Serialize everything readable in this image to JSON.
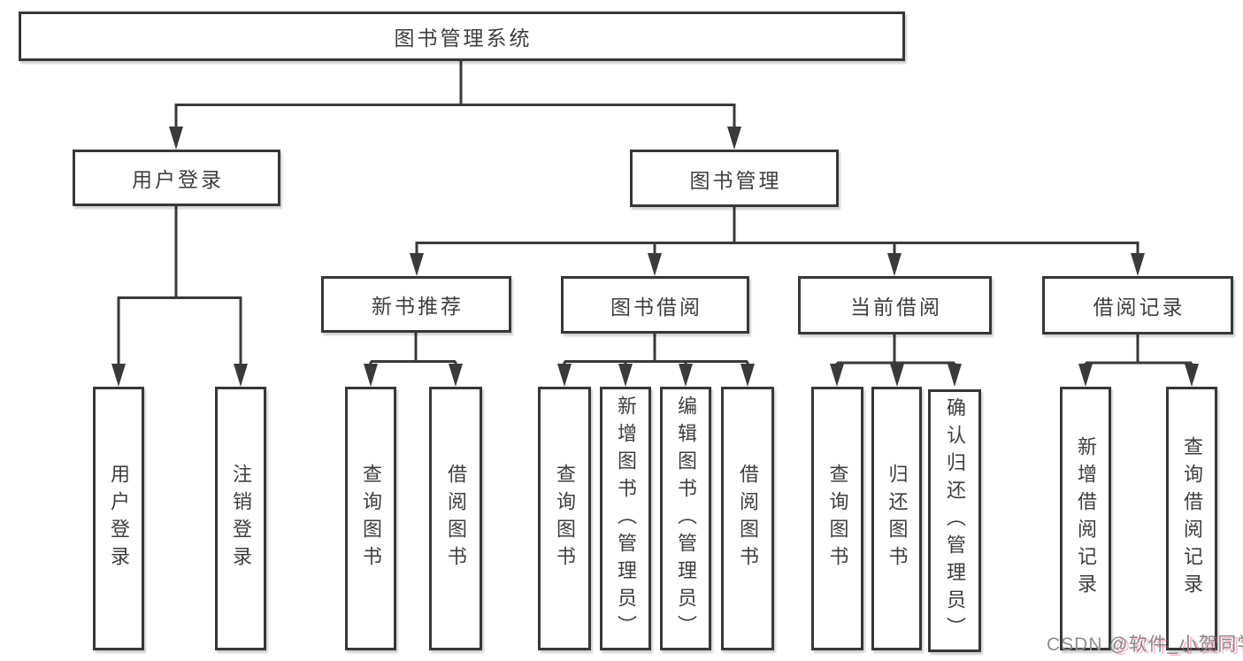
{
  "diagram": {
    "title": "图书管理系统",
    "level1": [
      {
        "label": "用户登录",
        "children": [
          {
            "label": "用户登录"
          },
          {
            "label": "注销登录"
          }
        ]
      },
      {
        "label": "图书管理",
        "children": [
          {
            "label": "新书推荐",
            "children": [
              {
                "label": "查询图书"
              },
              {
                "label": "借阅图书"
              }
            ]
          },
          {
            "label": "图书借阅",
            "children": [
              {
                "label": "查询图书"
              },
              {
                "label": "新增图书（管理员）"
              },
              {
                "label": "编辑图书（管理员）"
              },
              {
                "label": "借阅图书"
              }
            ]
          },
          {
            "label": "当前借阅",
            "children": [
              {
                "label": "查询图书"
              },
              {
                "label": "归还图书"
              },
              {
                "label": "确认归还（管理员）"
              }
            ]
          },
          {
            "label": "借阅记录",
            "children": [
              {
                "label": "新增借阅记录"
              },
              {
                "label": "查询借阅记录"
              }
            ]
          }
        ]
      }
    ]
  },
  "watermark": {
    "prefix": "CSDN ",
    "handle": "@软件_小贺同学"
  },
  "colors": {
    "line": "#3a3a3a",
    "border": "#373737",
    "text": "#3e3e3e",
    "watermark_gray": "#8f8f8f",
    "watermark_pink": "#f7568d"
  }
}
